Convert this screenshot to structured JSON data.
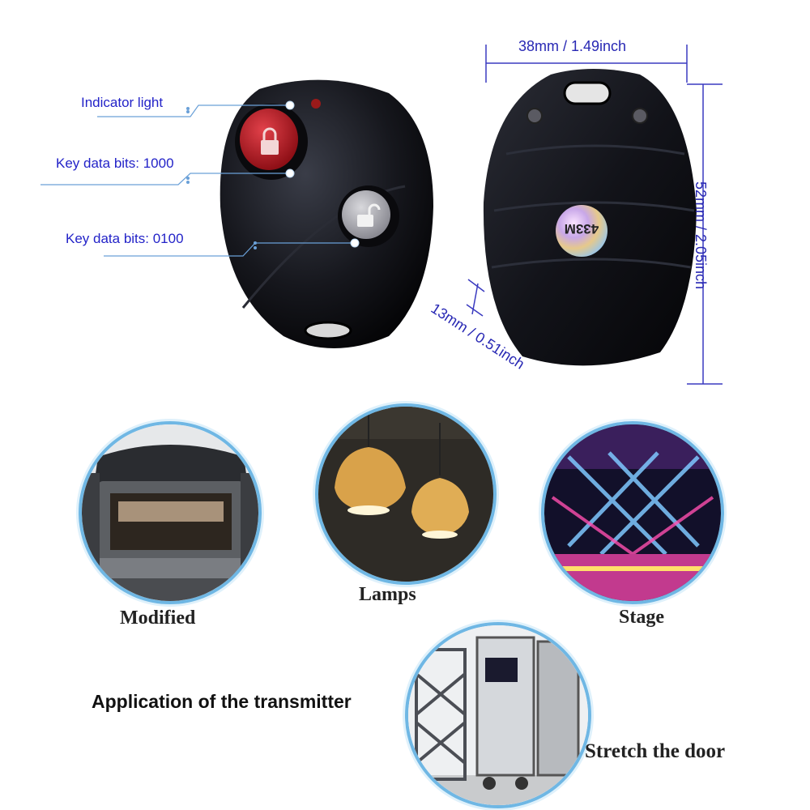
{
  "annotations": {
    "indicator_light": "Indicator light",
    "key_data_1000": "Key data bits: 1000",
    "key_data_0100": "Key data bits: 0100"
  },
  "dimensions": {
    "width": "38mm / 1.49inch",
    "height": "52mm / 2.05inch",
    "depth": "13mm / 0.51inch"
  },
  "badge": "433M",
  "applications": {
    "modified": "Modified",
    "lamps": "Lamps",
    "stage": "Stage",
    "door": "Stretch the door"
  },
  "heading": "Application of the transmitter",
  "colors": {
    "callout_text": "#2323c8",
    "dimension_lines": "#3a3ac0",
    "remote_body": "#15151c",
    "lock_button": "#c0202a",
    "circle_border": "#6fb7e4"
  }
}
